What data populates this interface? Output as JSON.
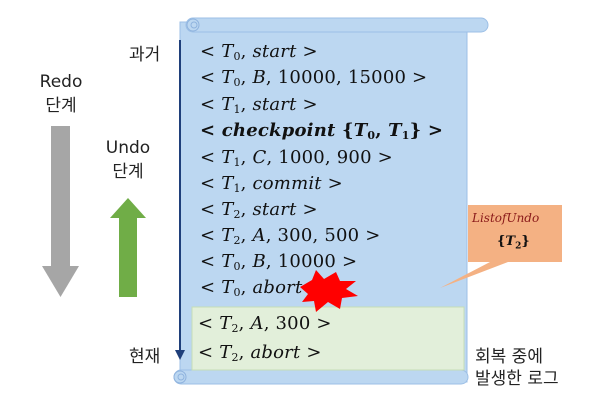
{
  "labels": {
    "past": "과거",
    "present": "현재",
    "redo_en": "Redo",
    "redo_kr": "단계",
    "undo_en": "Undo",
    "undo_kr": "단계",
    "generated_1": "회복 중에",
    "generated_2": "발생한 로그"
  },
  "log": [
    {
      "t": "T",
      "sub": "0",
      "rest": ", start >",
      "prefix": "< "
    },
    {
      "t": "T",
      "sub": "0",
      "rest": ", B, 10000, 15000 >",
      "prefix": "< "
    },
    {
      "t": "T",
      "sub": "1",
      "rest": ", start >",
      "prefix": "< "
    },
    {
      "text": "< checkpoint {T0, T1} >"
    },
    {
      "t": "T",
      "sub": "1",
      "rest": ", C, 1000, 900 >",
      "prefix": "< "
    },
    {
      "t": "T",
      "sub": "1",
      "rest": ", commit >",
      "prefix": "< "
    },
    {
      "t": "T",
      "sub": "2",
      "rest": ", start >",
      "prefix": "< "
    },
    {
      "t": "T",
      "sub": "2",
      "rest": ", A, 300, 500 >",
      "prefix": "< "
    },
    {
      "t": "T",
      "sub": "0",
      "rest": ", B, 10000 >",
      "prefix": "< "
    },
    {
      "t": "T",
      "sub": "0",
      "rest": ", abort",
      "prefix": "< "
    }
  ],
  "recovery_log": [
    {
      "t": "T",
      "sub": "2",
      "rest": ", A, 300 >",
      "prefix": "< "
    },
    {
      "t": "T",
      "sub": "2",
      "rest": ", abort >",
      "prefix": "< "
    }
  ],
  "callout": {
    "title": "ListofUndo",
    "set": "{T2}"
  },
  "colors": {
    "scroll": "#bcd7f1",
    "scroll_edge": "#a7c8ea",
    "recovery_box": "#e2efda",
    "callout": "#f4b183",
    "redo_arrow": "#a6a6a6",
    "undo_arrow": "#70ad47",
    "timeline": "#1f3f7a",
    "burst": "#ff0000"
  }
}
